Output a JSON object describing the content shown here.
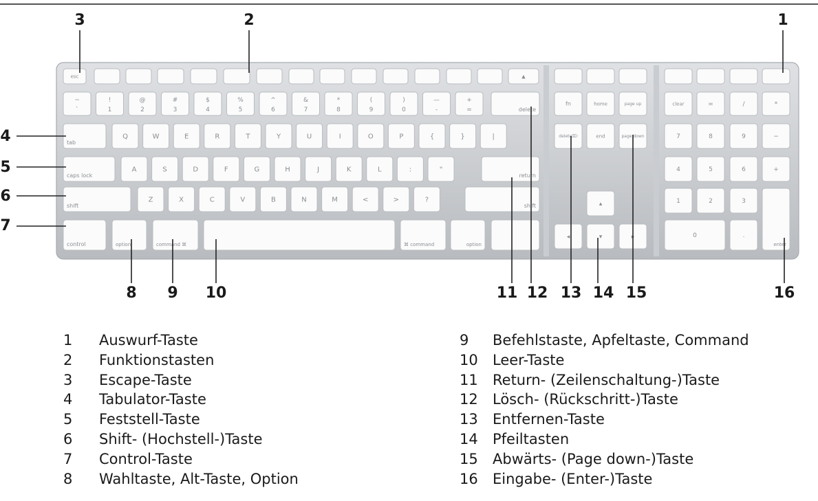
{
  "callouts": [
    "1",
    "2",
    "3",
    "4",
    "5",
    "6",
    "7",
    "8",
    "9",
    "10",
    "11",
    "12",
    "13",
    "14",
    "15",
    "16"
  ],
  "legend": [
    {
      "num": "1",
      "label": "Auswurf-Taste"
    },
    {
      "num": "2",
      "label": "Funktionstasten"
    },
    {
      "num": "3",
      "label": "Escape-Taste"
    },
    {
      "num": "4",
      "label": "Tabulator-Taste"
    },
    {
      "num": "5",
      "label": "Feststell-Taste"
    },
    {
      "num": "6",
      "label": "Shift- (Hochstell-)Taste"
    },
    {
      "num": "7",
      "label": "Control-Taste"
    },
    {
      "num": "8",
      "label": "Wahltaste, Alt-Taste, Option"
    },
    {
      "num": "9",
      "label": "Befehlstaste, Apfeltaste, Command"
    },
    {
      "num": "10",
      "label": "Leer-Taste"
    },
    {
      "num": "11",
      "label": "Return- (Zeilenschaltung-)Taste"
    },
    {
      "num": "12",
      "label": "Lösch- (Rückschritt-)Taste"
    },
    {
      "num": "13",
      "label": "Entfernen-Taste"
    },
    {
      "num": "14",
      "label": "Pfeiltasten"
    },
    {
      "num": "15",
      "label": "Abwärts- (Page down-)Taste"
    },
    {
      "num": "16",
      "label": "Eingabe- (Enter-)Taste"
    }
  ],
  "keys": {
    "esc": "esc",
    "delete": "delete",
    "tab": "tab",
    "caps_lock": "caps lock",
    "return": "return",
    "shift": "shift",
    "control": "control",
    "option": "option",
    "command": "command ⌘",
    "command_right": "⌘ command",
    "help": "fn",
    "home": "home",
    "page_up": "page up",
    "clear": "clear",
    "delete_fwd": "delete⌦",
    "end": "end",
    "page_down": "page down",
    "enter": "enter",
    "row_num": [
      "~",
      "!",
      "@",
      "#",
      "$",
      "%",
      "^",
      "&",
      "*",
      "(",
      ")",
      "—",
      "+"
    ],
    "row_num_low": [
      "`",
      "1",
      "2",
      "3",
      "4",
      "5",
      "6",
      "7",
      "8",
      "9",
      "0",
      "-",
      "="
    ],
    "row_q": [
      "Q",
      "W",
      "E",
      "R",
      "T",
      "Y",
      "U",
      "I",
      "O",
      "P",
      "{",
      "}",
      "|"
    ],
    "row_a": [
      "A",
      "S",
      "D",
      "F",
      "G",
      "H",
      "J",
      "K",
      "L",
      ":",
      "\""
    ],
    "row_z": [
      "Z",
      "X",
      "C",
      "V",
      "B",
      "N",
      "M",
      "<",
      ">",
      "?"
    ],
    "numpad": [
      "=",
      "/",
      "*",
      "7",
      "8",
      "9",
      "−",
      "4",
      "5",
      "6",
      "+",
      "1",
      "2",
      "3",
      "0",
      "."
    ]
  }
}
